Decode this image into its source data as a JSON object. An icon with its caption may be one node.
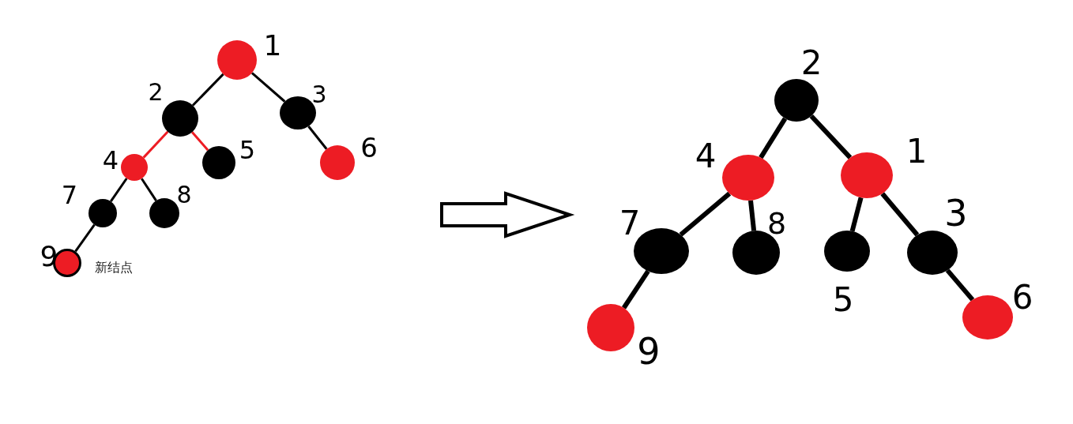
{
  "diagram": {
    "nodes": [
      {
        "text": [],
        "shape": "circle",
        "beside": [
          "1"
        ]
      },
      {
        "text": [],
        "shape": "circle",
        "beside": [
          "2"
        ]
      },
      {
        "text": [],
        "shape": "circle",
        "beside": [
          "3"
        ]
      },
      {
        "text": [],
        "shape": "circle",
        "beside": [
          "4"
        ]
      },
      {
        "text": [],
        "shape": "circle",
        "beside": [
          "5"
        ]
      },
      {
        "text": [],
        "shape": "circle",
        "beside": [
          "6"
        ]
      },
      {
        "text": [],
        "shape": "circle",
        "beside": [
          "7"
        ]
      },
      {
        "text": [],
        "shape": "circle",
        "beside": [
          "8"
        ]
      },
      {
        "text": [],
        "shape": "circle",
        "beside": [
          "9",
          "新结点"
        ]
      },
      {
        "text": [],
        "shape": "circle",
        "beside": [
          "2"
        ]
      },
      {
        "text": [],
        "shape": "circle",
        "beside": [
          "4"
        ]
      },
      {
        "text": [],
        "shape": "circle",
        "beside": [
          "1"
        ]
      },
      {
        "text": [],
        "shape": "circle",
        "beside": [
          "7"
        ]
      },
      {
        "text": [],
        "shape": "circle",
        "beside": [
          "8"
        ]
      },
      {
        "text": [],
        "shape": "circle",
        "beside": [
          "5"
        ]
      },
      {
        "text": [],
        "shape": "circle",
        "beside": [
          "3"
        ]
      },
      {
        "text": [],
        "shape": "circle",
        "beside": [
          "9"
        ]
      },
      {
        "text": [],
        "shape": "circle",
        "beside": [
          "6"
        ]
      }
    ],
    "edges": [
      {
        "from": 0,
        "to": 1,
        "arrow": "none"
      },
      {
        "from": 0,
        "to": 2,
        "arrow": "none"
      },
      {
        "from": 1,
        "to": 3,
        "arrow": "none",
        "color": "#ed1c24"
      },
      {
        "from": 1,
        "to": 4,
        "arrow": "none",
        "color": "#ed1c24"
      },
      {
        "from": 2,
        "to": 5,
        "arrow": "none"
      },
      {
        "from": 3,
        "to": 6,
        "arrow": "none"
      },
      {
        "from": 3,
        "to": 7,
        "arrow": "none"
      },
      {
        "from": 6,
        "to": 8,
        "arrow": "none"
      },
      {
        "from": 9,
        "to": 10,
        "arrow": "none",
        "style": "thick"
      },
      {
        "from": 9,
        "to": 11,
        "arrow": "none",
        "style": "thick"
      },
      {
        "from": 10,
        "to": 12,
        "arrow": "none",
        "style": "thick"
      },
      {
        "from": 10,
        "to": 13,
        "arrow": "none",
        "style": "thick"
      },
      {
        "from": 11,
        "to": 14,
        "arrow": "none",
        "style": "thick"
      },
      {
        "from": 11,
        "to": 15,
        "arrow": "none",
        "style": "thick"
      },
      {
        "from": 12,
        "to": 16,
        "arrow": "none",
        "style": "thick"
      },
      {
        "from": 15,
        "to": 17,
        "arrow": "none",
        "style": "thick"
      }
    ]
  }
}
